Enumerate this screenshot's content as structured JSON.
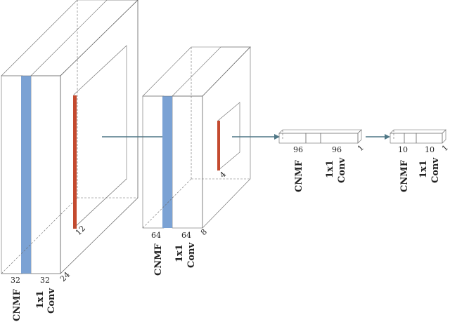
{
  "colors": {
    "cnmf": "#b7cbe7",
    "cnmf_dark": "#7ba2d4",
    "conv": "#f7b77a",
    "conv_mid": "#b5bc9f",
    "kernel": "#dd5536",
    "arrow": "#4f7786"
  },
  "blocks": [
    {
      "cnmf_label": "CNMF",
      "conv_label_line1": "1x1",
      "conv_label_line2": "Conv",
      "width_cnmf": "32",
      "width_conv": "32",
      "depth_conv": "24",
      "kernel_label": "12"
    },
    {
      "cnmf_label": "CNMF",
      "conv_label_line1": "1x1",
      "conv_label_line2": "Conv",
      "width_cnmf": "64",
      "width_conv": "64",
      "depth_conv": "8",
      "kernel_label": "4"
    },
    {
      "cnmf_label": "CNMF",
      "conv_label_line1": "1x1",
      "conv_label_line2": "Conv",
      "width_cnmf": "96",
      "width_conv": "96",
      "depth_conv": "1"
    },
    {
      "cnmf_label": "CNMF",
      "conv_label_line1": "1x1",
      "conv_label_line2": "Conv",
      "width_cnmf": "10",
      "width_conv": "10",
      "depth_conv": "1"
    }
  ]
}
